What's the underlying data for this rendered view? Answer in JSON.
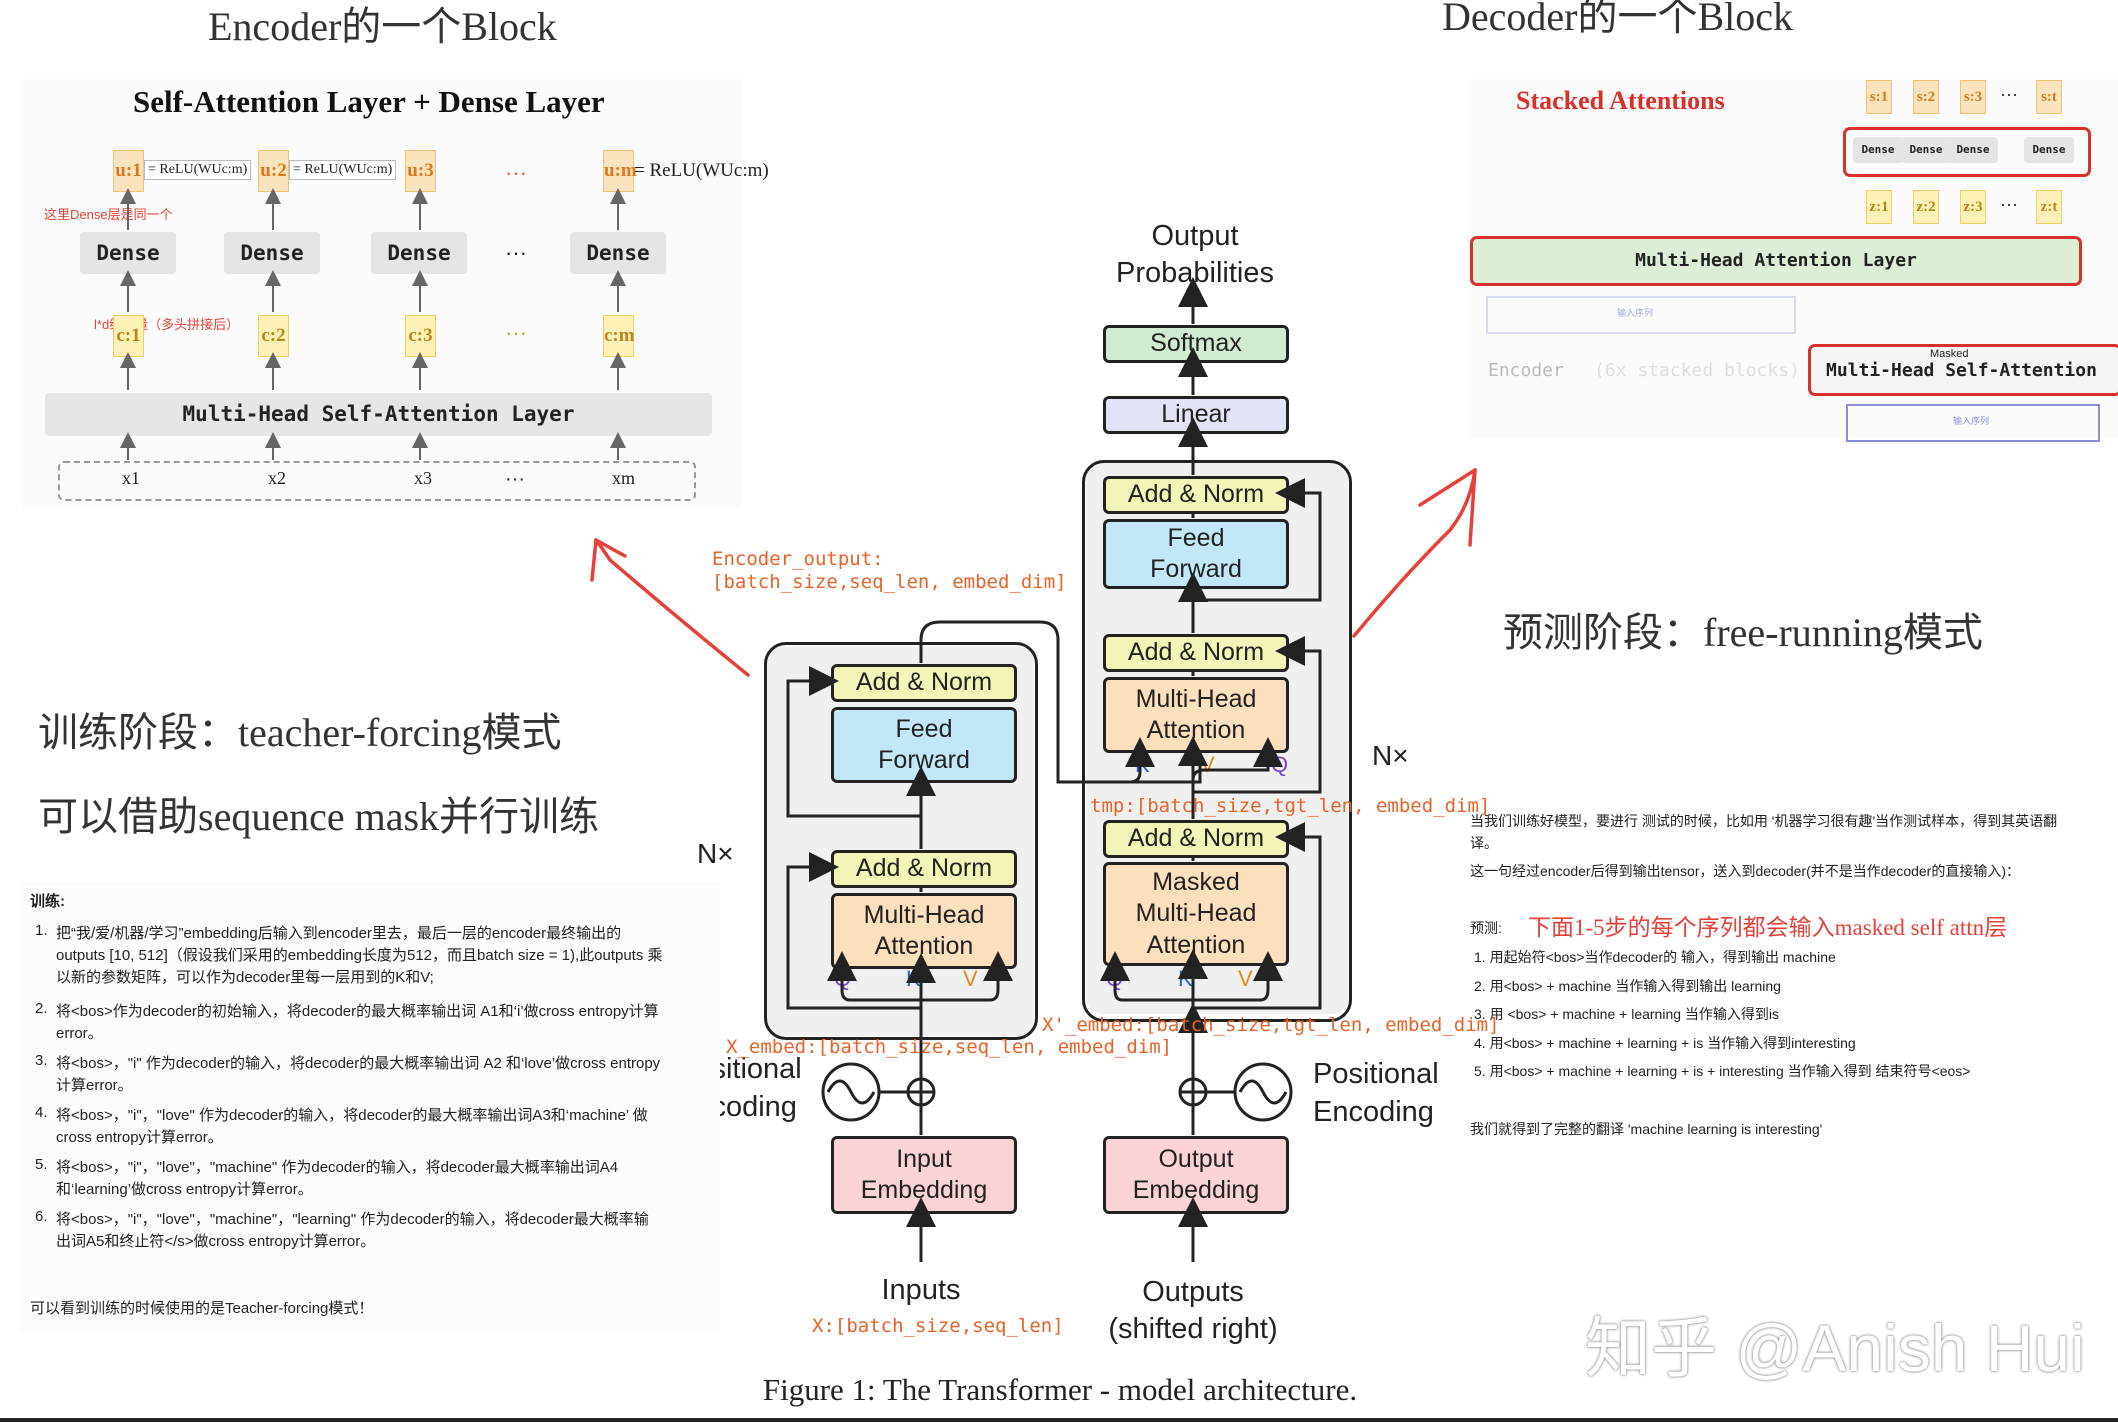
{
  "colors": {
    "add_norm": "#f3f4b8",
    "feed_forward": "#c2e8f7",
    "attention": "#fce0be",
    "embedding": "#f9d3d6",
    "linear": "#e1e3f6",
    "softmax": "#d0ebcf",
    "annotation_red": "#e5413a",
    "annotation_orange": "#e8622a"
  },
  "headings": {
    "encoder_block": "Encoder的一个Block",
    "decoder_block": "Decoder的一个Block",
    "training_mode": "训练阶段：teacher-forcing模式",
    "training_parallel": "可以借助sequence mask并行训练",
    "predict_mode": "预测阶段：free-running模式"
  },
  "encoder_panel": {
    "title": "Self-Attention Layer + Dense Layer",
    "u_labels": [
      "u:1",
      "u:2",
      "u:3",
      "u:m"
    ],
    "relu_1": "= ReLU(WUc:m)",
    "relu_2": "= ReLU(WUc:m)",
    "relu_m": "= ReLU(WUc:m)",
    "ellipsis": "···",
    "dense_label": "Dense",
    "note_dense": "这里Dense层是同一个",
    "note_vector": "l*d维向量（多头拼接后）",
    "c_labels": [
      "c:1",
      "c:2",
      "c:3",
      "c:m"
    ],
    "mhsa_label": "Multi-Head Self-Attention Layer",
    "x_labels": [
      "x1",
      "x2",
      "x3",
      "xm"
    ]
  },
  "decoder_panel": {
    "title": "Stacked Attentions",
    "s_labels": [
      "s:1",
      "s:2",
      "s:3",
      "s:t"
    ],
    "dense_label": "Dense",
    "z_labels": [
      "z:1",
      "z:2",
      "z:3",
      "z:t"
    ],
    "mha_label": "Multi-Head Attention Layer",
    "encoder_label": "Encoder",
    "encoder_stack": "(6x stacked blocks)",
    "masked_small": "Masked",
    "mmha_label": "Multi-Head Self-Attention",
    "input_seq": "输入序列",
    "output_seq": "输入序列"
  },
  "transformer": {
    "output_probs_1": "Output",
    "output_probs_2": "Probabilities",
    "softmax": "Softmax",
    "linear": "Linear",
    "add_norm": "Add & Norm",
    "feed_forward_1": "Feed",
    "feed_forward_2": "Forward",
    "mha_1": "Multi-Head",
    "mha_2": "Attention",
    "masked": "Masked",
    "nx": "N×",
    "q": "Q",
    "k": "K",
    "v": "V",
    "pos_enc_1": "Positional",
    "pos_enc_2": "Encoding",
    "input_emb_1": "Input",
    "input_emb_2": "Embedding",
    "output_emb_1": "Output",
    "output_emb_2": "Embedding",
    "inputs": "Inputs",
    "outputs_1": "Outputs",
    "outputs_2": "(shifted right)",
    "caption": "Figure 1: The Transformer - model architecture."
  },
  "annotations": {
    "encoder_output_1": "Encoder_output:",
    "encoder_output_2": "[batch_size,seq_len, embed_dim]",
    "tmp": "tmp:[batch_size,tgt_len, embed_dim]",
    "x_embed_dec": "X'_embed:[batch_size,tgt_len, embed_dim]",
    "x_embed": "X_embed:[batch_size,seq_len, embed_dim]",
    "x_input": "X:[batch_size,seq_len]"
  },
  "training_steps": {
    "header": "训练:",
    "items": [
      [
        "1.",
        "把“我/爱/机器/学习”embedding后输入到encoder里去，最后一层的encoder最终输出的",
        "outputs [10, 512]（假设我们采用的embedding长度为512，而且batch size = 1),此outputs 乘",
        "以新的参数矩阵，可以作为decoder里每一层用到的K和V;"
      ],
      [
        "2.",
        "将<bos>作为decoder的初始输入，将decoder的最大概率输出词 A1和‘i’做cross entropy计算",
        "error。"
      ],
      [
        "3.",
        "将<bos>，\"i\" 作为decoder的输入，将decoder的最大概率输出词 A2 和‘love’做cross entropy",
        "计算error。"
      ],
      [
        "4.",
        "将<bos>，\"i\"，\"love\" 作为decoder的输入，将decoder的最大概率输出词A3和‘machine’ 做",
        "cross entropy计算error。"
      ],
      [
        "5.",
        "将<bos>，\"i\"，\"love\"，\"machine\" 作为decoder的输入，将decoder最大概率输出词A4",
        "和‘learning’做cross entropy计算error。"
      ],
      [
        "6.",
        "将<bos>，\"i\"，\"love\"，\"machine\"，\"learning\" 作为decoder的输入，将decoder最大概率输",
        "出词A5和终止符</s>做cross entropy计算error。"
      ]
    ],
    "footer": "可以看到训练的时候使用的是Teacher-forcing模式！"
  },
  "predict_steps": {
    "intro_1": "当我们训练好模型，要进行 测试的时候，比如用 '机器学习很有趣'当作测试样本，得到其英语翻",
    "intro_2": "译。",
    "intro_3": "这一句经过encoder后得到输出tensor，送入到decoder(并不是当作decoder的直接输入)：",
    "label": "预测:",
    "red_note": "下面1-5步的每个序列都会输入masked self attn层",
    "items": [
      "1.  用起始符<bos>当作decoder的 输入，得到输出 machine",
      "2.  用<bos> + machine 当作输入得到输出 learning",
      "3.  用 <bos> + machine + learning 当作输入得到is",
      "4.  用<bos> + machine + learning + is 当作输入得到interesting",
      "5.  用<bos> + machine + learning + is + interesting 当作输入得到 结束符号<eos>"
    ],
    "footer": "我们就得到了完整的翻译 'machine learning is interesting'"
  },
  "watermark": "知乎 @Anish Hui"
}
